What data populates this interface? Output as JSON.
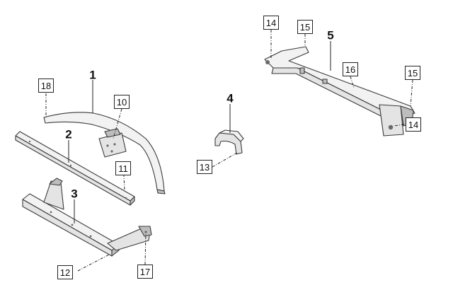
{
  "callouts_bold": [
    {
      "id": "p1",
      "label": "1"
    },
    {
      "id": "p2",
      "label": "2"
    },
    {
      "id": "p3",
      "label": "3"
    },
    {
      "id": "p4",
      "label": "4"
    },
    {
      "id": "p5",
      "label": "5"
    }
  ],
  "callouts_boxed": [
    {
      "id": "b10",
      "label": "10"
    },
    {
      "id": "b11",
      "label": "11"
    },
    {
      "id": "b12",
      "label": "12"
    },
    {
      "id": "b13",
      "label": "13"
    },
    {
      "id": "b14a",
      "label": "14"
    },
    {
      "id": "b14b",
      "label": "14"
    },
    {
      "id": "b15a",
      "label": "15"
    },
    {
      "id": "b15b",
      "label": "15"
    },
    {
      "id": "b16",
      "label": "16"
    },
    {
      "id": "b17",
      "label": "17"
    },
    {
      "id": "b18",
      "label": "18"
    }
  ]
}
